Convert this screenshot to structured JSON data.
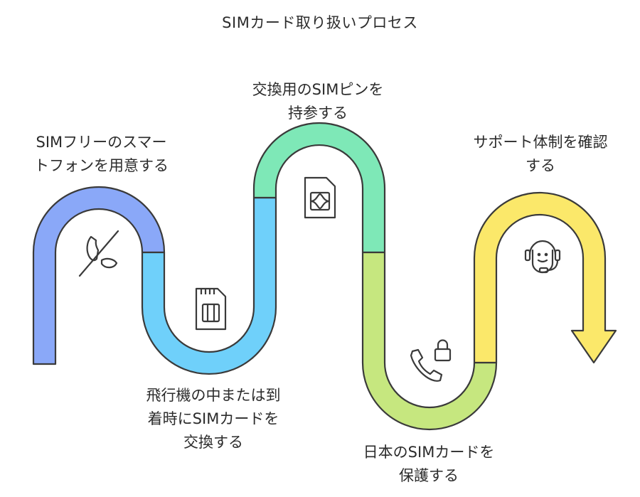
{
  "title": "SIMカード取り扱いプロセス",
  "steps": [
    {
      "lines": [
        "SIMフリーのスマー",
        "トフォンを用意する"
      ],
      "color": "#8aa8f8",
      "icon": "no-phone-icon"
    },
    {
      "lines": [
        "飛行機の中または到",
        "着時にSIMカードを",
        "交換する"
      ],
      "color": "#6fd0fa",
      "icon": "sim-card-icon"
    },
    {
      "lines": [
        "交換用のSIMピンを",
        "持参する"
      ],
      "color": "#7ee8b7",
      "icon": "sim-eject-icon"
    },
    {
      "lines": [
        "日本のSIMカードを",
        "保護する"
      ],
      "color": "#c6e77f",
      "icon": "phone-lock-icon"
    },
    {
      "lines": [
        "サポート体制を確認",
        "する"
      ],
      "color": "#fbe86a",
      "icon": "headset-support-icon"
    }
  ]
}
